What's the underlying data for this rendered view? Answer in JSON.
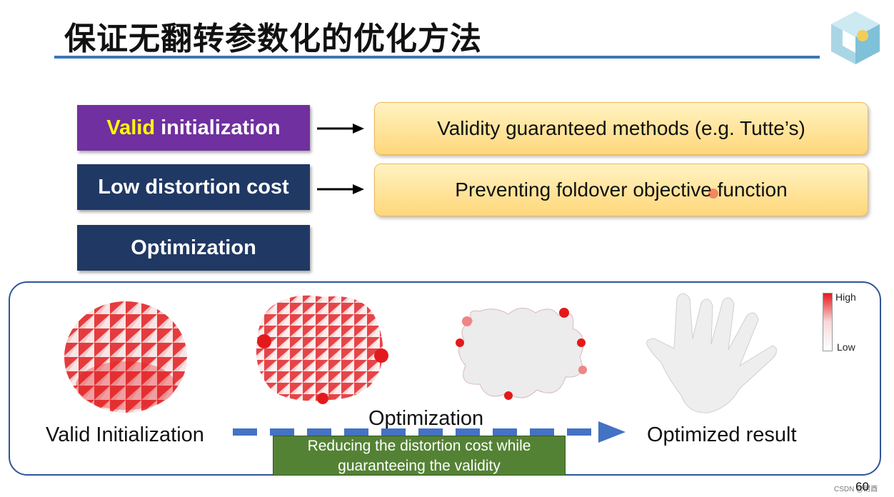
{
  "slide": {
    "title": "保证无翻转参数化的优化方法",
    "page_number": "60",
    "watermark": "CSDN @附酉"
  },
  "left_boxes": {
    "valid_highlight": "Valid",
    "valid_rest": " initialization",
    "low_distortion": "Low distortion cost",
    "optimization": "Optimization"
  },
  "right_boxes": {
    "validity": "Validity guaranteed methods (e.g. Tutte’s)",
    "preventing": "Preventing foldover objective function"
  },
  "panel": {
    "valid_init_label": "Valid Initialization",
    "optimization_label": "Optimization",
    "optimized_label": "Optimized result",
    "green_line1": "Reducing the distortion cost while",
    "green_line2": "guaranteeing the validity",
    "legend_high": "High",
    "legend_low": "Low"
  },
  "colors": {
    "accent_blue": "#3a77b8",
    "purple": "#7030a0",
    "navy": "#203864",
    "highlight": "#ffff00",
    "green": "#548235",
    "distortion_red": "#e31a1c"
  }
}
